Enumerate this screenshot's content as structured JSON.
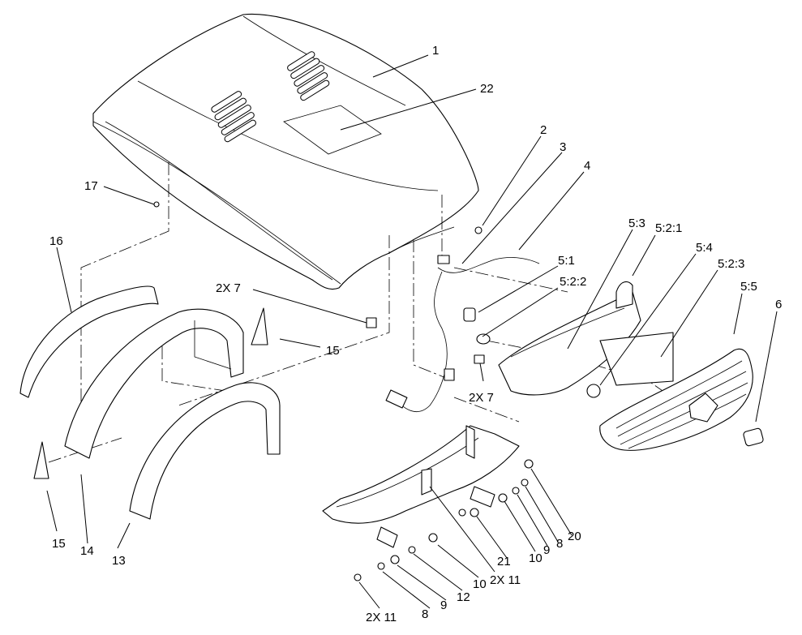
{
  "callouts": [
    {
      "id": "c1",
      "text": "1"
    },
    {
      "id": "c22",
      "text": "22"
    },
    {
      "id": "c2",
      "text": "2"
    },
    {
      "id": "c3",
      "text": "3"
    },
    {
      "id": "c4",
      "text": "4"
    },
    {
      "id": "c17",
      "text": "17"
    },
    {
      "id": "c16",
      "text": "16"
    },
    {
      "id": "c2x7a",
      "text": "2X 7"
    },
    {
      "id": "c51",
      "text": "5:1"
    },
    {
      "id": "c53",
      "text": "5:3"
    },
    {
      "id": "c521",
      "text": "5:2:1"
    },
    {
      "id": "c522",
      "text": "5:2:2"
    },
    {
      "id": "c54",
      "text": "5:4"
    },
    {
      "id": "c523",
      "text": "5:2:3"
    },
    {
      "id": "c55",
      "text": "5:5"
    },
    {
      "id": "c6",
      "text": "6"
    },
    {
      "id": "c15a",
      "text": "15"
    },
    {
      "id": "c2x7b",
      "text": "2X 7"
    },
    {
      "id": "c15b",
      "text": "15"
    },
    {
      "id": "c14",
      "text": "14"
    },
    {
      "id": "c13",
      "text": "13"
    },
    {
      "id": "c20",
      "text": "20"
    },
    {
      "id": "c8a",
      "text": "8"
    },
    {
      "id": "c9a",
      "text": "9"
    },
    {
      "id": "c10a",
      "text": "10"
    },
    {
      "id": "c21",
      "text": "21"
    },
    {
      "id": "c2x11a",
      "text": "2X 11"
    },
    {
      "id": "c10b",
      "text": "10"
    },
    {
      "id": "c12",
      "text": "12"
    },
    {
      "id": "c9b",
      "text": "9"
    },
    {
      "id": "c8b",
      "text": "8"
    },
    {
      "id": "c2x11b",
      "text": "2X 11"
    }
  ]
}
